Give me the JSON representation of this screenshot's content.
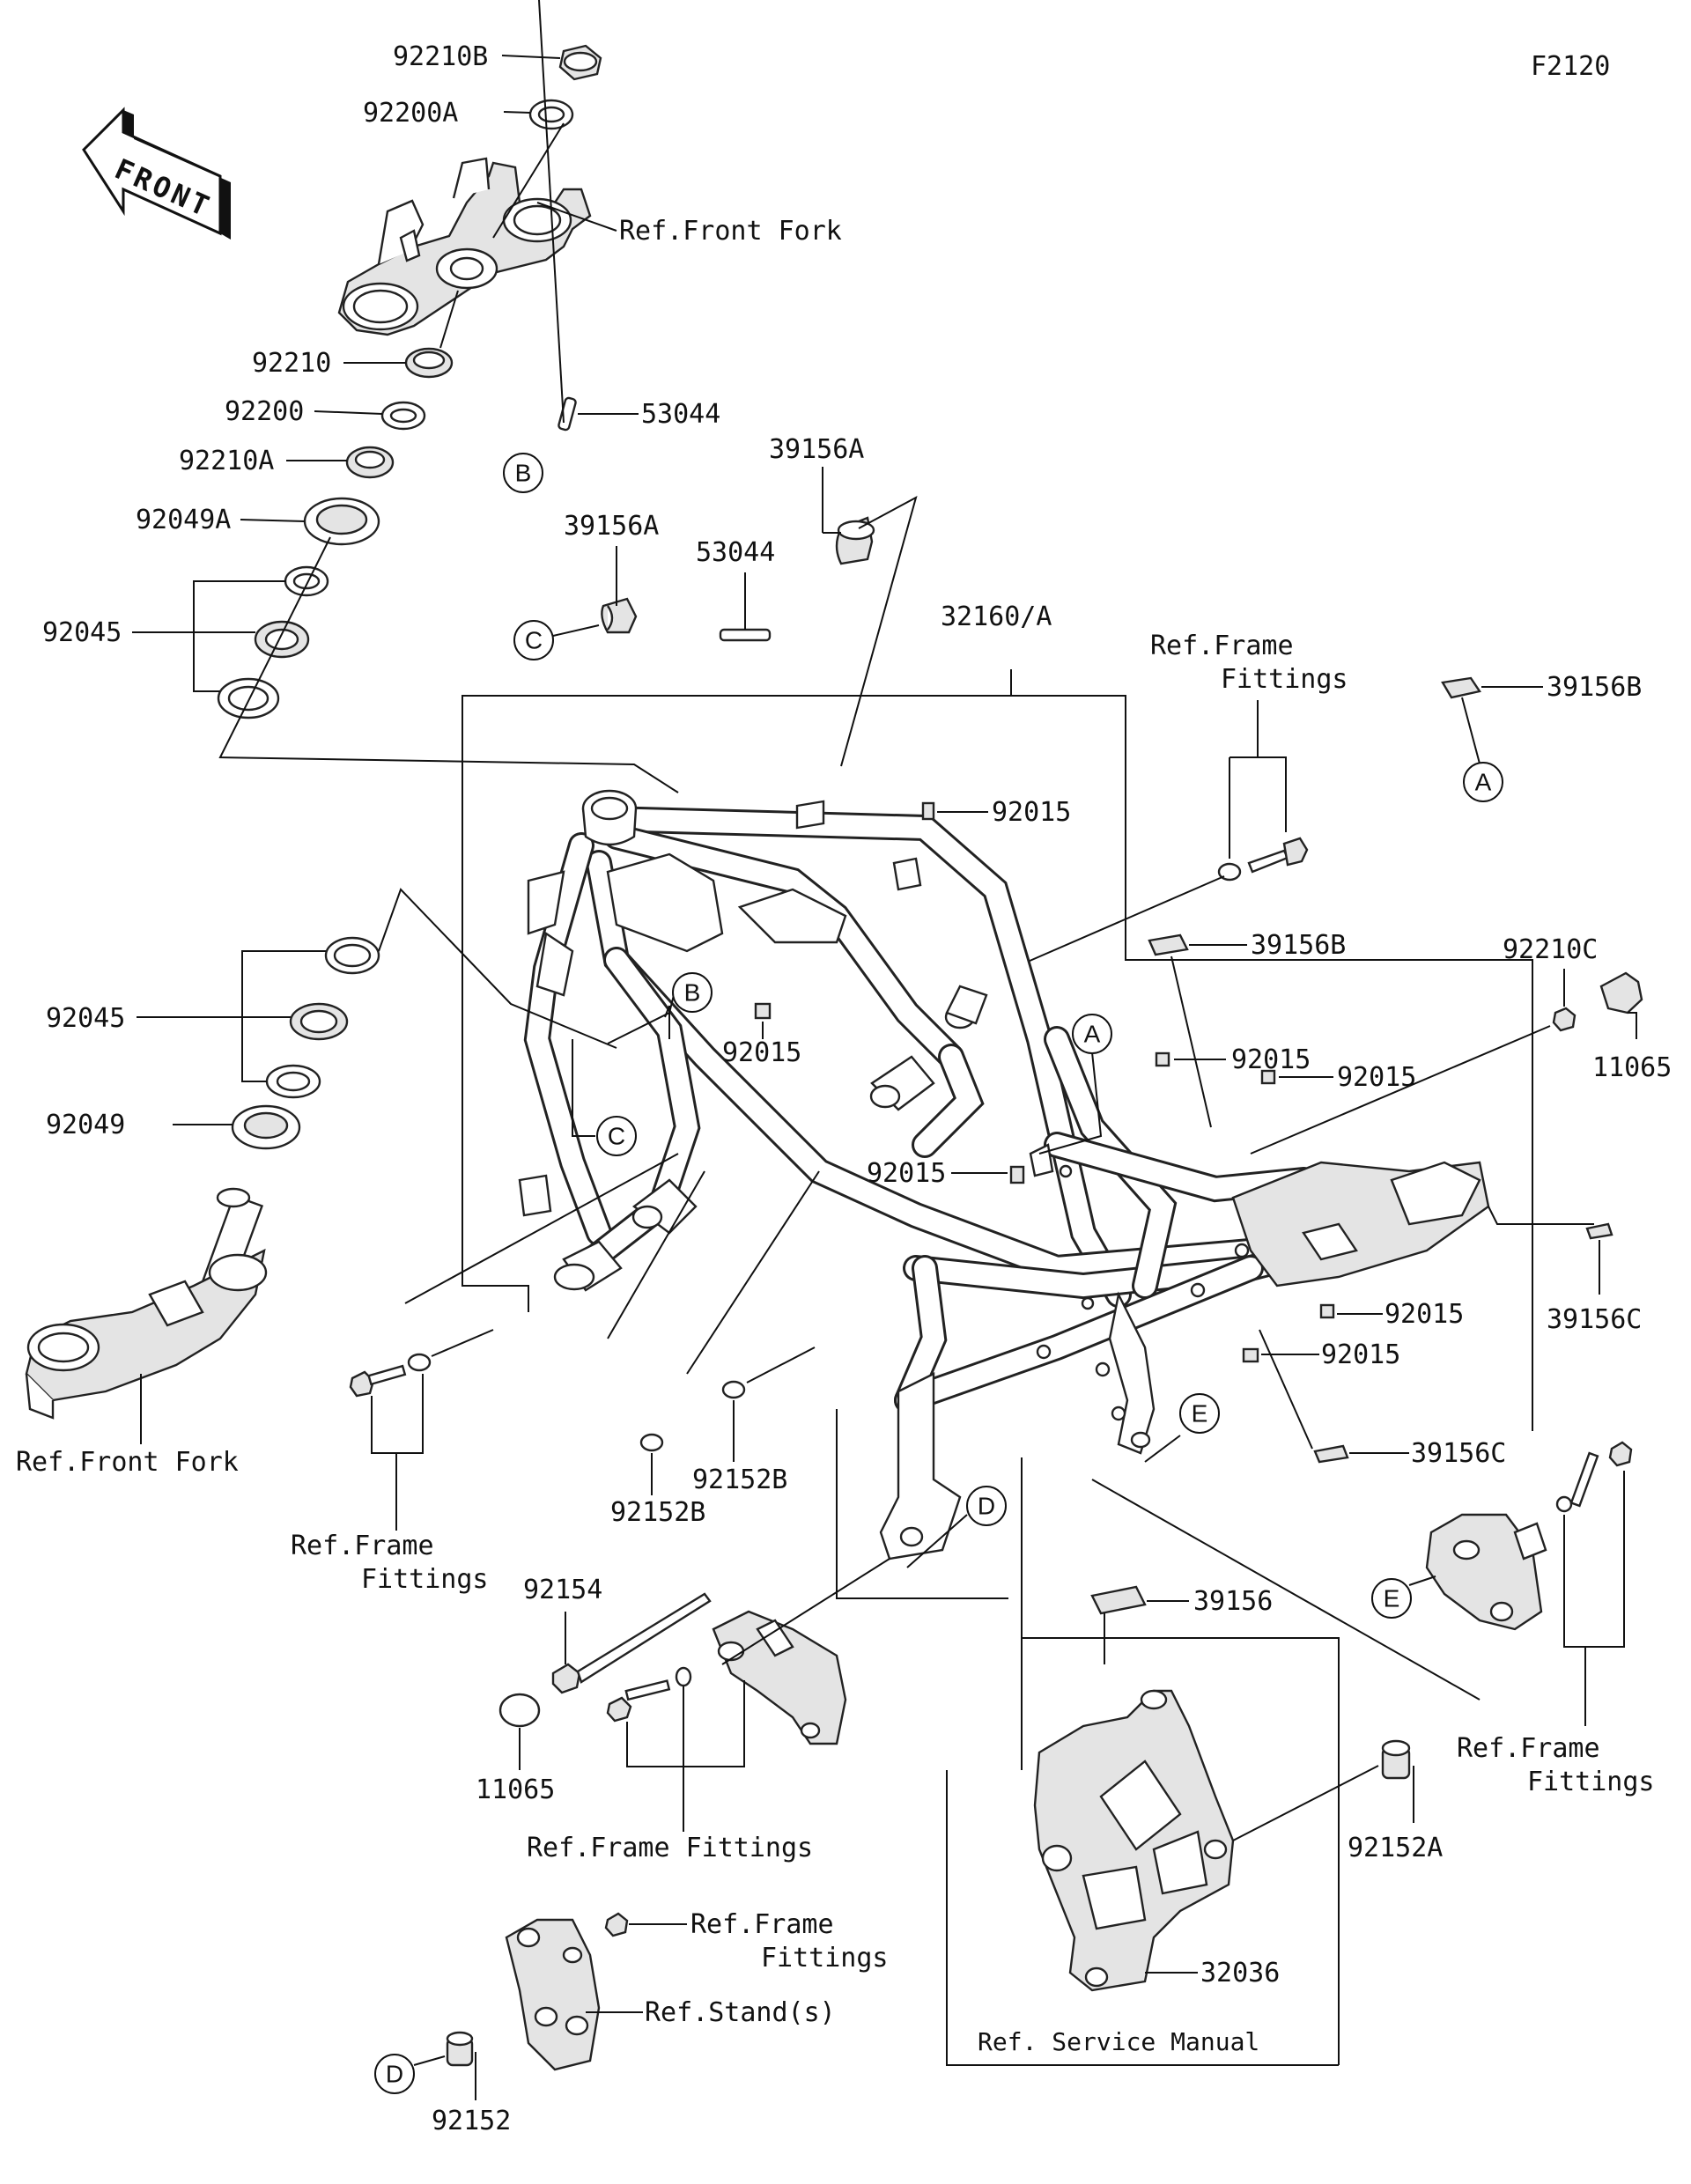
{
  "diagram_code": "F2120",
  "front_arrow": "FRONT",
  "labels": {
    "p92210B": "92210B",
    "p92200A": "92200A",
    "ref_front_fork_top": "Ref.Front Fork",
    "p92210": "92210",
    "p92200": "92200",
    "p53044_top": "53044",
    "p92210A": "92210A",
    "p92049A": "92049A",
    "p39156A_top": "39156A",
    "p39156A_mid": "39156A",
    "p53044_mid": "53044",
    "p92045_top": "92045",
    "p32160A": "32160/A",
    "ref_frame_fittings_top_1": "Ref.Frame",
    "ref_frame_fittings_top_2": "Fittings",
    "p39156B_top": "39156B",
    "p92015_a": "92015",
    "p39156B_mid": "39156B",
    "p92210C": "92210C",
    "p11065_right": "11065",
    "p92015_b": "92015",
    "p92015_c": "92015",
    "p92045_mid": "92045",
    "p92015_d": "92015",
    "p92049": "92049",
    "p92015_e": "92015",
    "p92015_f": "92015",
    "p92015_g": "92015",
    "p39156C_right": "39156C",
    "ref_front_fork_bottom": "Ref.Front Fork",
    "p39156C_mid": "39156C",
    "p92152B_1": "92152B",
    "p92152B_2": "92152B",
    "ref_frame_fittings_left_1": "Ref.Frame",
    "ref_frame_fittings_left_2": "Fittings",
    "p92154": "92154",
    "p39156_bottom": "39156",
    "p11065_bottom": "11065",
    "ref_frame_fittings_mid": "Ref.Frame Fittings",
    "ref_frame_fittings_right_1": "Ref.Frame",
    "ref_frame_fittings_right_2": "Fittings",
    "p92152A": "92152A",
    "ref_frame_fittings_bottom_1": "Ref.Frame",
    "ref_frame_fittings_bottom_2": "Fittings",
    "ref_stands": "Ref.Stand(s)",
    "p32036": "32036",
    "ref_service_manual": "Ref. Service Manual",
    "p92152": "92152"
  },
  "callouts": {
    "A1": "A",
    "A2": "A",
    "B1": "B",
    "B2": "B",
    "C1": "C",
    "C2": "C",
    "D1": "D",
    "D2": "D",
    "E1": "E",
    "E2": "E"
  }
}
